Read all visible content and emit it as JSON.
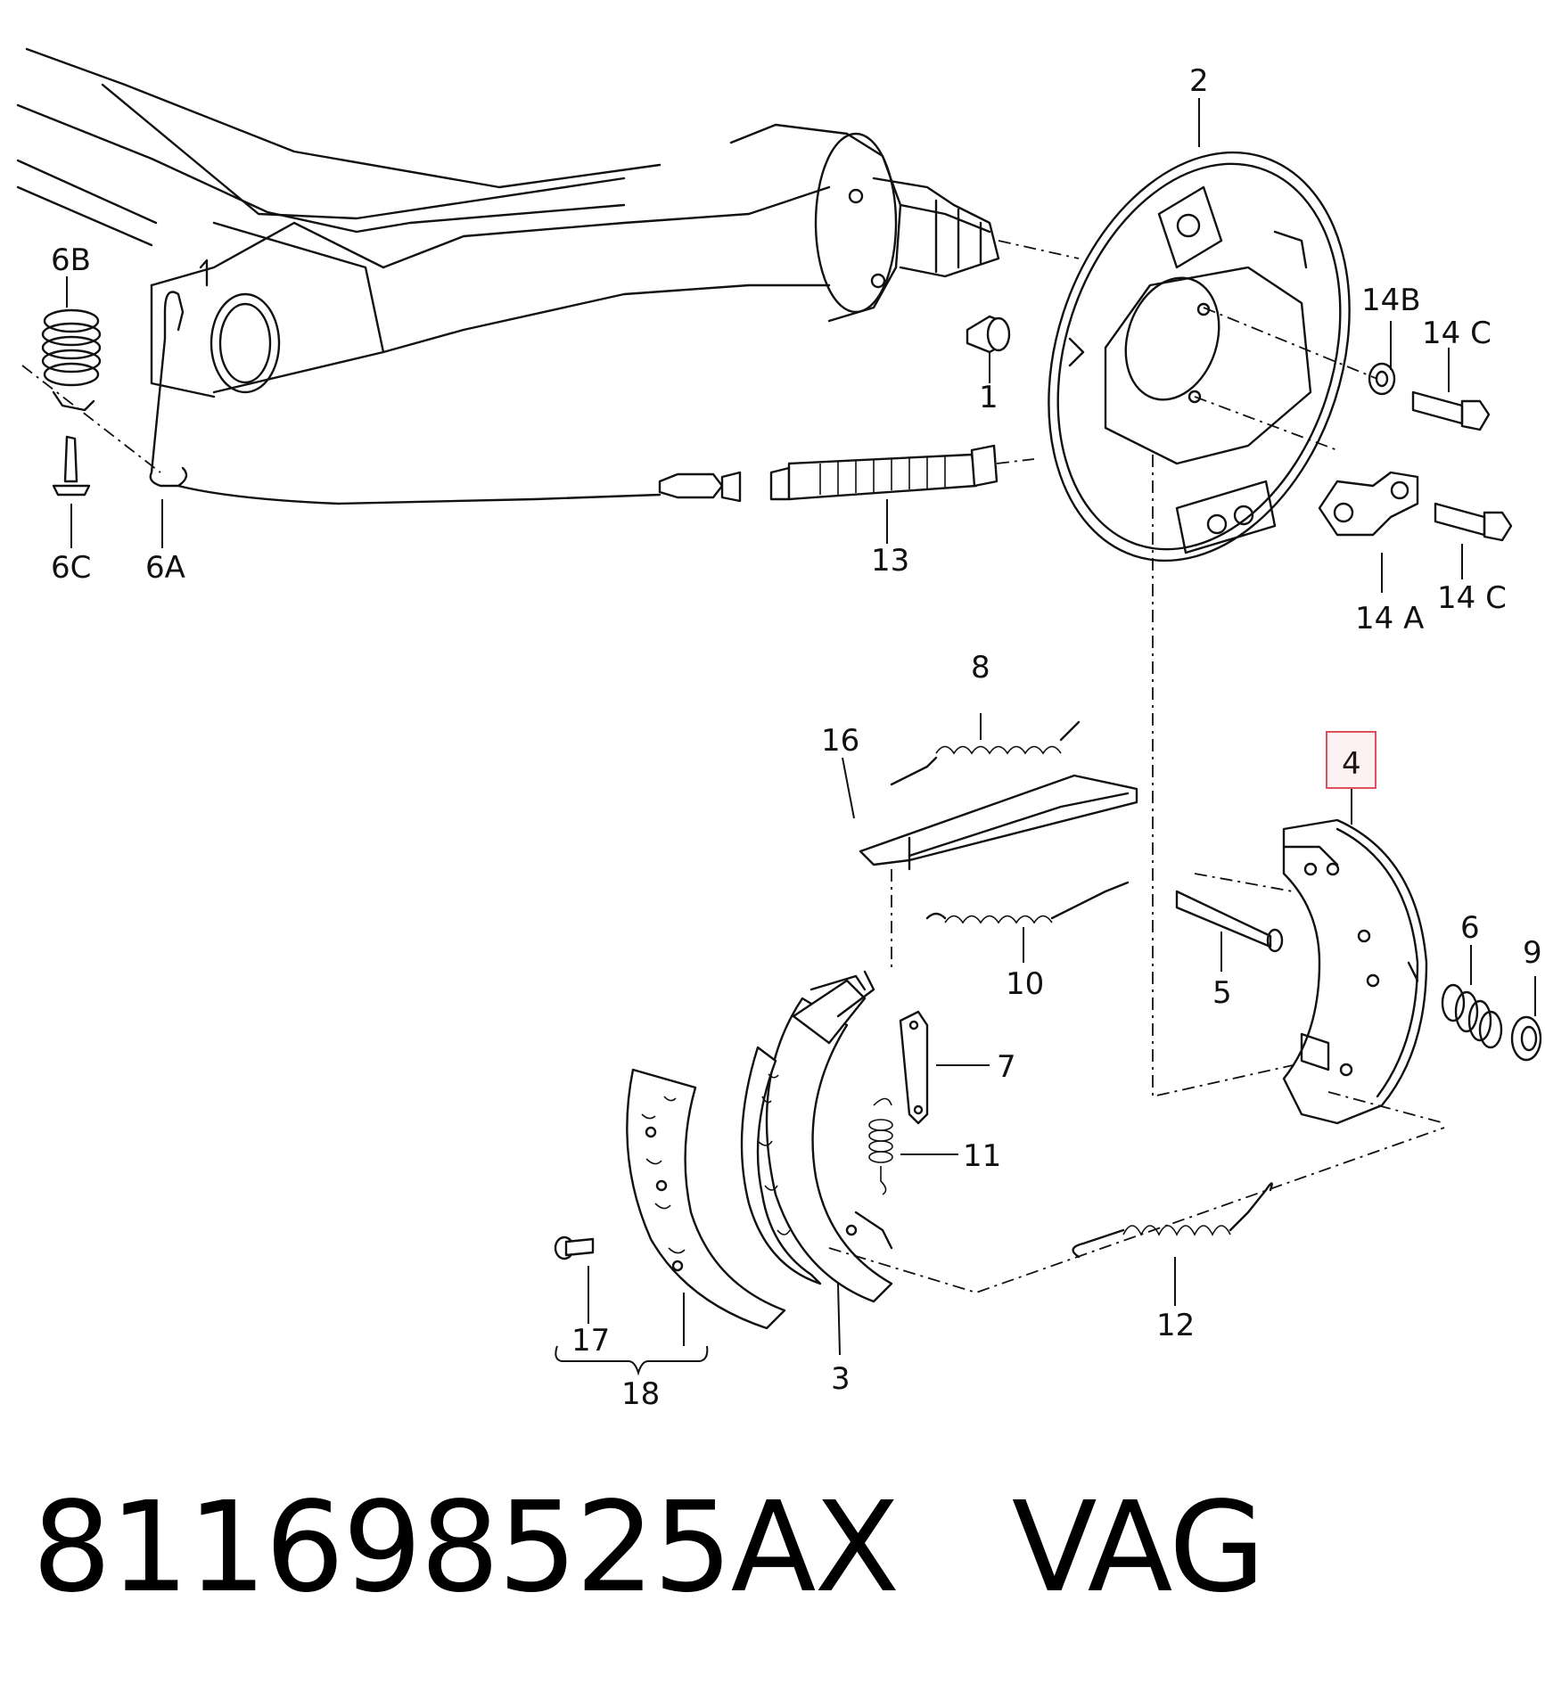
{
  "callouts": {
    "c1": "1",
    "c2": "2",
    "c3": "3",
    "c4": "4",
    "c5": "5",
    "c6": "6",
    "c6A": "6A",
    "c6B": "6B",
    "c6C": "6C",
    "c7": "7",
    "c8": "8",
    "c9": "9",
    "c10": "10",
    "c11": "11",
    "c12": "12",
    "c13": "13",
    "c14A": "14 A",
    "c14B": "14B",
    "c14C_top": "14 C",
    "c14C_bottom": "14 C",
    "c16": "16",
    "c17": "17",
    "c18": "18"
  },
  "highlighted_callout": "4",
  "highlight_color": "#e0505a",
  "part_number_text": "811698525AX   VAG"
}
